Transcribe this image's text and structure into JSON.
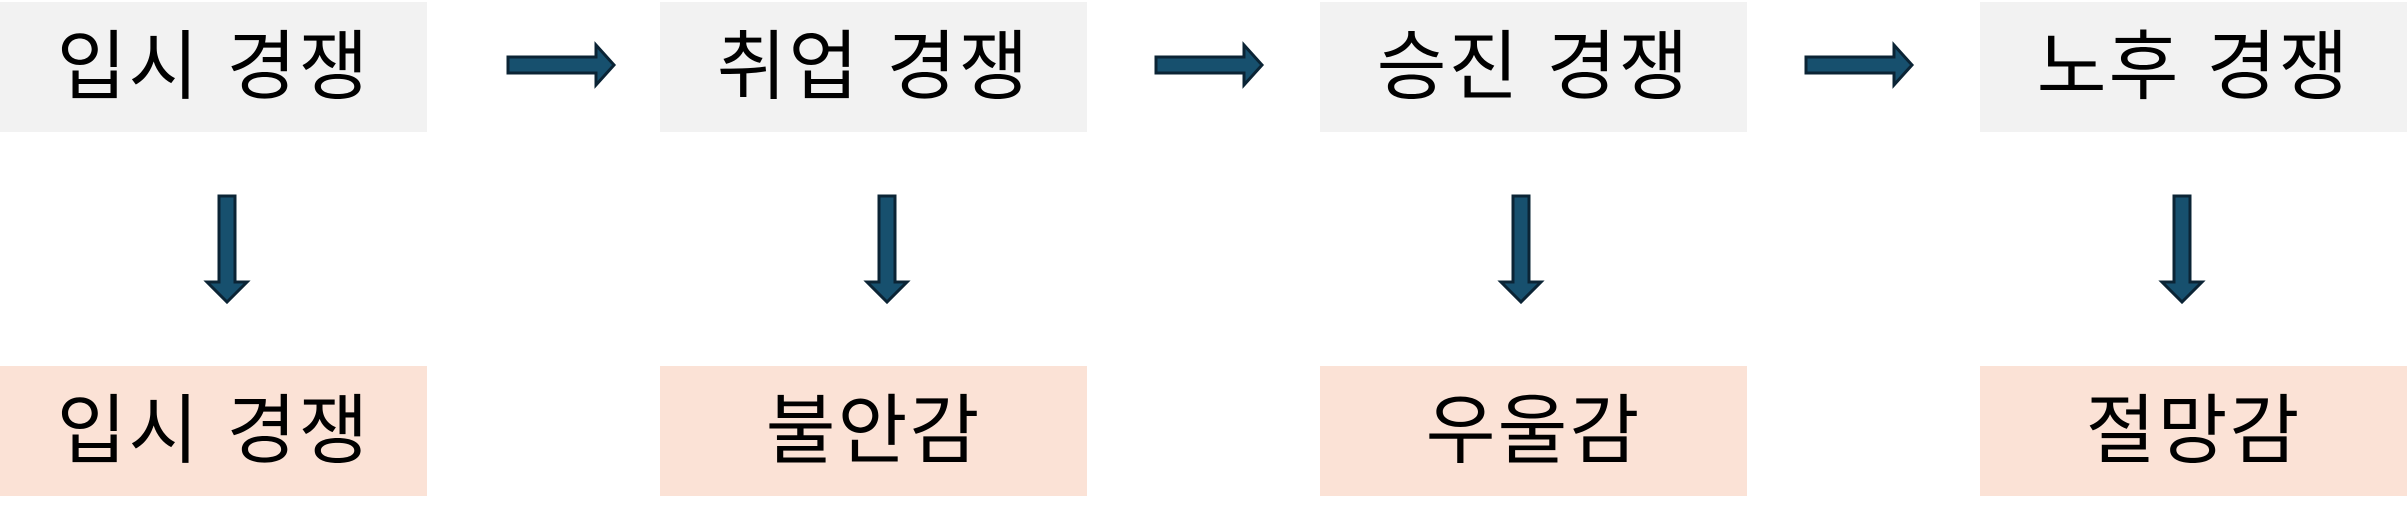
{
  "colors": {
    "stage_box_fill": "#f2f2f2",
    "feeling_box_fill": "#fbe2d6",
    "arrow_fill": "#17506e",
    "arrow_outline": "#0b2435",
    "text": "#000000"
  },
  "stages": [
    {
      "label": "입시 경쟁"
    },
    {
      "label": "취업 경쟁"
    },
    {
      "label": "승진 경쟁"
    },
    {
      "label": "노후 경쟁"
    }
  ],
  "feelings": [
    {
      "label": "입시 경쟁"
    },
    {
      "label": "불안감"
    },
    {
      "label": "우울감"
    },
    {
      "label": "절망감"
    }
  ]
}
